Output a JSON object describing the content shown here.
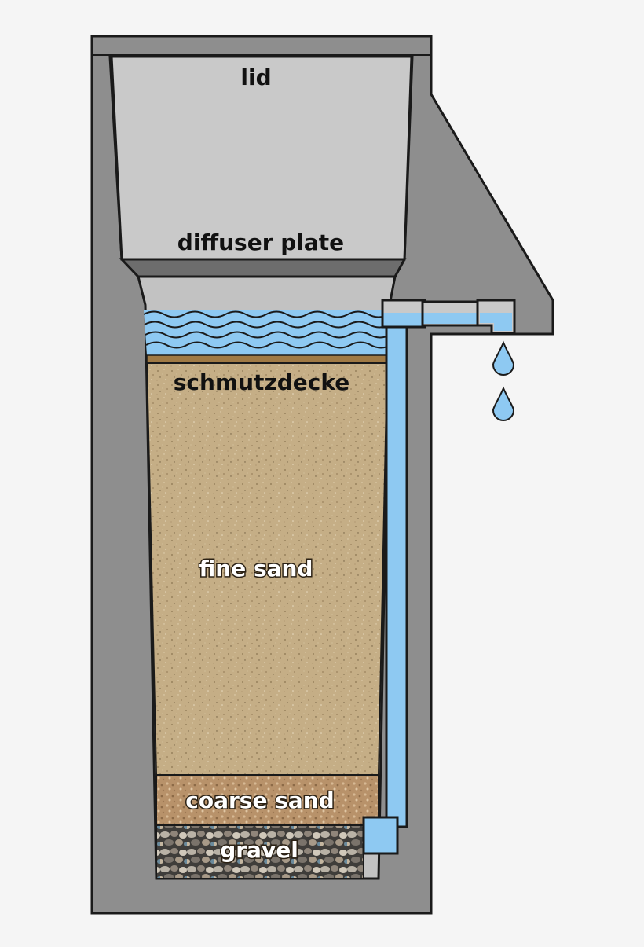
{
  "labels": {
    "lid": "lid",
    "diffuser_plate": "diffuser plate",
    "schmutzdecke": "schmutzdecke",
    "fine_sand": "fine sand",
    "coarse_sand": "coarse sand",
    "gravel": "gravel"
  },
  "colors": {
    "background": "#f5f5f5",
    "housing": "#8e8e8e",
    "lid": "#c9c9c9",
    "diffuser": "#6d6d6d",
    "water": "#8ec9f2",
    "schmutzdecke": "#a07a45",
    "fine_sand": "#c4ad84",
    "coarse_sand": "#b58f66",
    "gravel": "#7f7a72",
    "outline": "#1a1a1a"
  }
}
